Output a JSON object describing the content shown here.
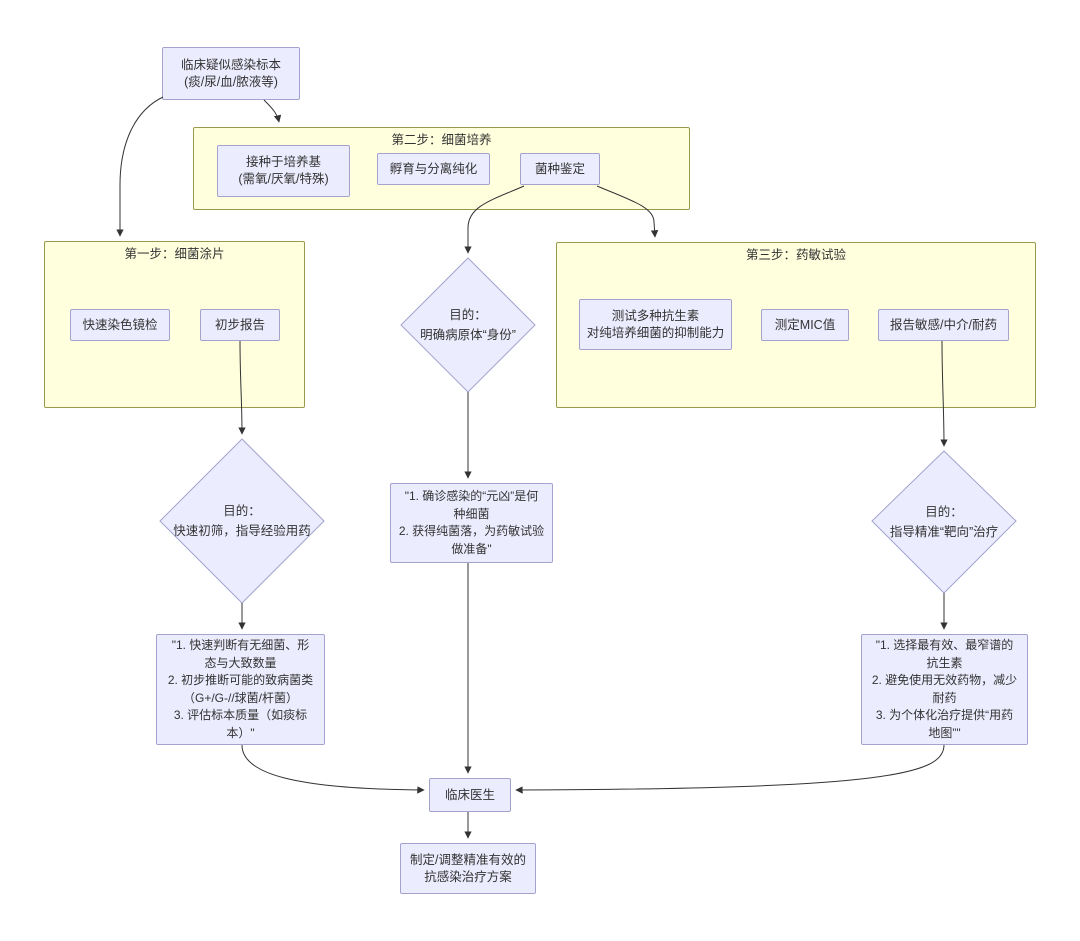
{
  "flowchart": {
    "specimen": "临床疑似感染标本\n(痰/尿/血/脓液等)",
    "step1": {
      "title": "第一步：细菌涂片",
      "stain": "快速染色镜检",
      "report": "初步报告",
      "purpose": "目的：\n快速初筛，指导经验用药",
      "result": "\"1. 快速判断有无细菌、形\n态与大致数量\n2. 初步推断可能的致病菌类\n（G+/G-//球菌/杆菌）\n3. 评估标本质量（如痰标\n本）\""
    },
    "step2": {
      "title": "第二步：细菌培养",
      "inoculate": "接种于培养基\n(需氧/厌氧/特殊)",
      "incubate": "孵育与分离纯化",
      "identify": "菌种鉴定",
      "purpose": "目的：\n明确病原体“身份”",
      "result": "\"1. 确诊感染的“元凶”是何\n种细菌\n2. 获得纯菌落，为药敏试验\n做准备\""
    },
    "step3": {
      "title": "第三步：药敏试验",
      "test": "测试多种抗生素\n对纯培养细菌的抑制能力",
      "mic": "测定MIC值",
      "sir": "报告敏感/中介/耐药",
      "purpose": "目的：\n指导精准“靶向”治疗",
      "result": "\"1. 选择最有效、最窄谱的\n抗生素\n2. 避免使用无效药物，减少\n耐药\n3. 为个体化治疗提供“用药\n地图”\""
    },
    "clinician": "临床医生",
    "plan": "制定/调整精准有效的\n抗感染治疗方案",
    "colors": {
      "node_fill": "#ececff",
      "node_border": "#a3a3cd",
      "container_fill": "#ffffde",
      "container_border": "#99994d",
      "arrow": "#333333"
    }
  }
}
